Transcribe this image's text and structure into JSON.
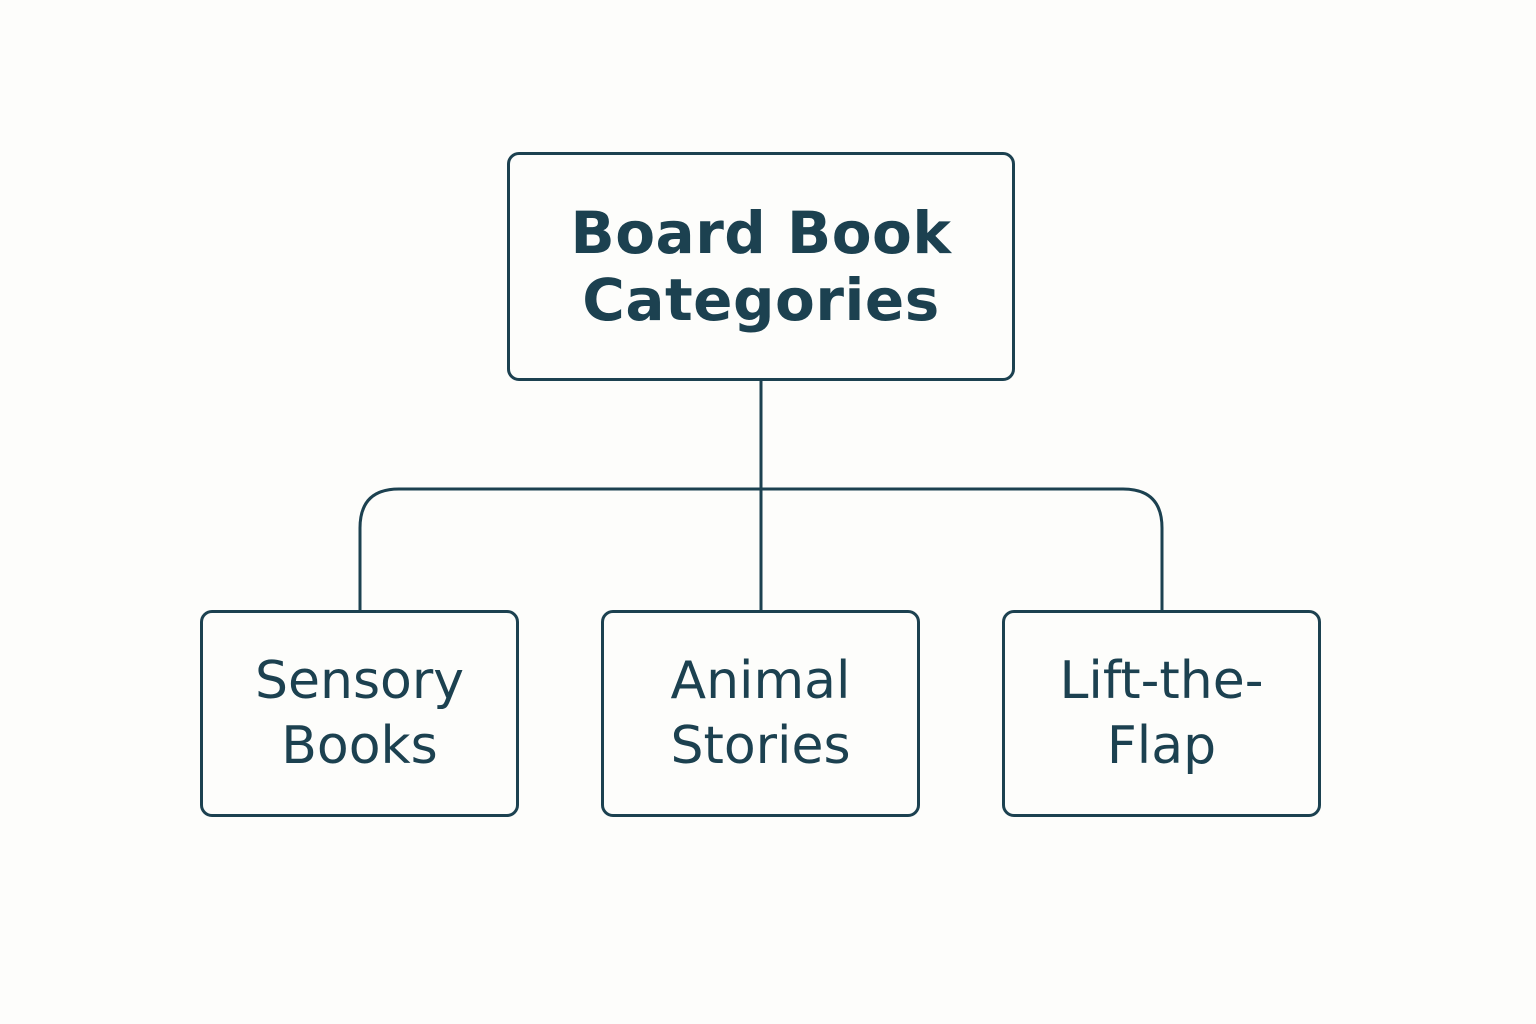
{
  "colors": {
    "background": "#fdfdfb",
    "ink": "#1c4150"
  },
  "diagram": {
    "root": {
      "label": "Board Book\nCategories"
    },
    "children": [
      {
        "label": "Sensory\nBooks"
      },
      {
        "label": "Animal\nStories"
      },
      {
        "label": "Lift-the-\nFlap"
      }
    ]
  }
}
